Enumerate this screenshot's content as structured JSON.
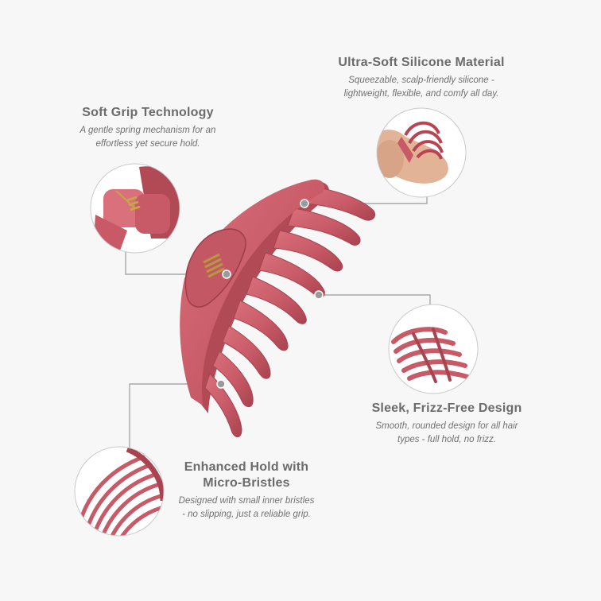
{
  "colors": {
    "background": "#f7f7f7",
    "clip": "#c75a66",
    "clip_dark": "#9e3d49",
    "clip_light": "#d9707b",
    "connector": "#a9a9a9",
    "dot": "#9a9a9a",
    "heading": "#6b6b6b",
    "body": "#707070"
  },
  "callouts": {
    "soft_grip": {
      "title": "Soft Grip Technology",
      "line1": "A gentle spring mechanism for an",
      "line2": "effortless yet secure hold."
    },
    "silicone": {
      "title": "Ultra-Soft Silicone Material",
      "line1": "Squeezable, scalp-friendly silicone -",
      "line2": "lightweight, flexible, and comfy all day."
    },
    "sleek": {
      "title": "Sleek, Frizz-Free Design",
      "line1": "Smooth, rounded design for all hair",
      "line2": "types - full hold, no frizz."
    },
    "hold": {
      "title_line1": "Enhanced Hold with",
      "title_line2": "Micro-Bristles",
      "line1": "Designed with small inner bristles",
      "line2": "- no slipping, just a reliable grip."
    }
  }
}
